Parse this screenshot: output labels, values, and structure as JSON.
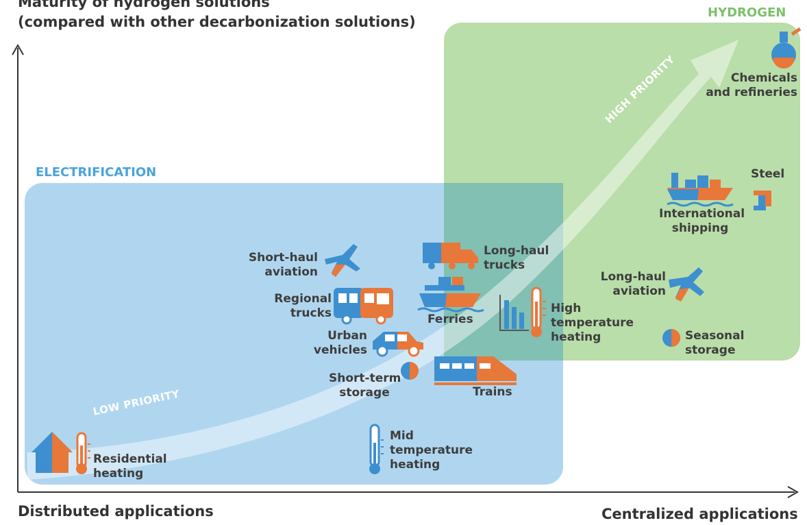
{
  "title": {
    "line1": "Maturity of hydrogen solutions",
    "line2": "(compared with other decarbonization solutions)"
  },
  "axes": {
    "x_left": "Distributed applications",
    "x_right": "Centralized applications"
  },
  "regions": {
    "electrification": {
      "label": "ELECTRIFICATION",
      "color": "#4ba3dc"
    },
    "hydrogen": {
      "label": "HYDROGEN",
      "color": "#7cc06a"
    }
  },
  "arrow": {
    "low": "LOW PRIORITY",
    "high": "HIGH PRIORITY"
  },
  "colors": {
    "blue": "#3d8fcf",
    "orange": "#e8773a",
    "electrification_fill": "#a9d3ee",
    "hydrogen_fill": "#b9dea9",
    "overlap_fill": "#79bca8"
  },
  "items": {
    "chemicals": {
      "line1": "Chemicals",
      "line2": "and refineries",
      "icon": "flask-icon"
    },
    "steel": {
      "line1": "Steel",
      "icon": "steel-beam-icon"
    },
    "intl_shipping": {
      "line1": "International",
      "line2": "shipping",
      "icon": "cargo-ship-icon"
    },
    "longhaul_trucks": {
      "line1": "Long-haul",
      "line2": "trucks",
      "icon": "truck-icon"
    },
    "shorthaul_aviation": {
      "line1": "Short-haul",
      "line2": "aviation",
      "icon": "plane-icon"
    },
    "longhaul_aviation": {
      "line1": "Long-haul",
      "line2": "aviation",
      "icon": "plane-icon"
    },
    "regional_trucks": {
      "line1": "Regional",
      "line2": "trucks",
      "icon": "bus-icon"
    },
    "ferries": {
      "line1": "Ferries",
      "icon": "ferry-icon"
    },
    "high_temp": {
      "line1": "High",
      "line2": "temperature",
      "line3": "heating",
      "icon": "thermometer-icon"
    },
    "urban": {
      "line1": "Urban",
      "line2": "vehicles",
      "icon": "car-icon"
    },
    "seasonal": {
      "line1": "Seasonal",
      "line2": "storage",
      "icon": "battery-icon"
    },
    "shortterm": {
      "line1": "Short-term",
      "line2": "storage",
      "icon": "battery-icon"
    },
    "trains": {
      "line1": "Trains",
      "icon": "train-icon"
    },
    "residential": {
      "line1": "Residential",
      "line2": "heating",
      "icon": "house-icon"
    },
    "mid_temp": {
      "line1": "Mid",
      "line2": "temperature",
      "line3": "heating",
      "icon": "thermometer-icon"
    }
  }
}
